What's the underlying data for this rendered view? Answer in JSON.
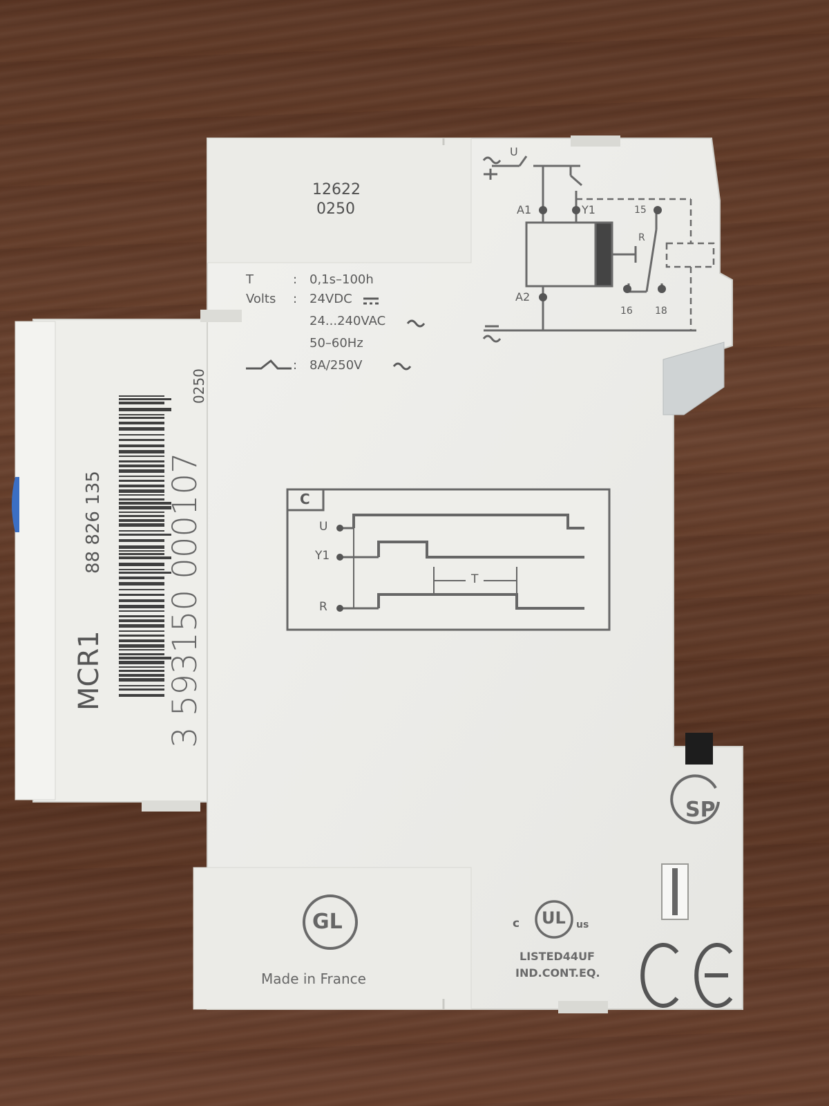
{
  "device": {
    "top_label": {
      "line1": "12622",
      "line2": "0250"
    },
    "specs": [
      {
        "key": "T",
        "sep": ":",
        "value": "0,1s–100h"
      },
      {
        "key": "Volts",
        "sep": ":",
        "value": "24VDC"
      },
      {
        "key": "",
        "sep": "",
        "value": "24...240VAC"
      },
      {
        "key": "",
        "sep": "",
        "value": "50–60Hz"
      },
      {
        "key": "",
        "sep": ":",
        "value": "8A/250V"
      }
    ],
    "wiring": {
      "switch_label": "U",
      "terminals": [
        "A1",
        "Y1",
        "15",
        "R",
        "A2",
        "16",
        "18"
      ]
    },
    "timing": {
      "mode": "C",
      "rows": [
        "U",
        "Y1",
        "R"
      ],
      "interval": "T"
    },
    "model": "MCR1",
    "ref": "88 826 135",
    "barcode_digits": "3 593150 000107",
    "barcode_suffix": "0250",
    "made_in": "Made in France",
    "cert": {
      "gl": "GL",
      "csa": "SP",
      "ul_c": "c",
      "ul_mark": "UL",
      "ul_us": "us",
      "ul_line1": "LISTED44UF",
      "ul_line2": "IND.CONT.EQ.",
      "ce": "CE"
    }
  }
}
